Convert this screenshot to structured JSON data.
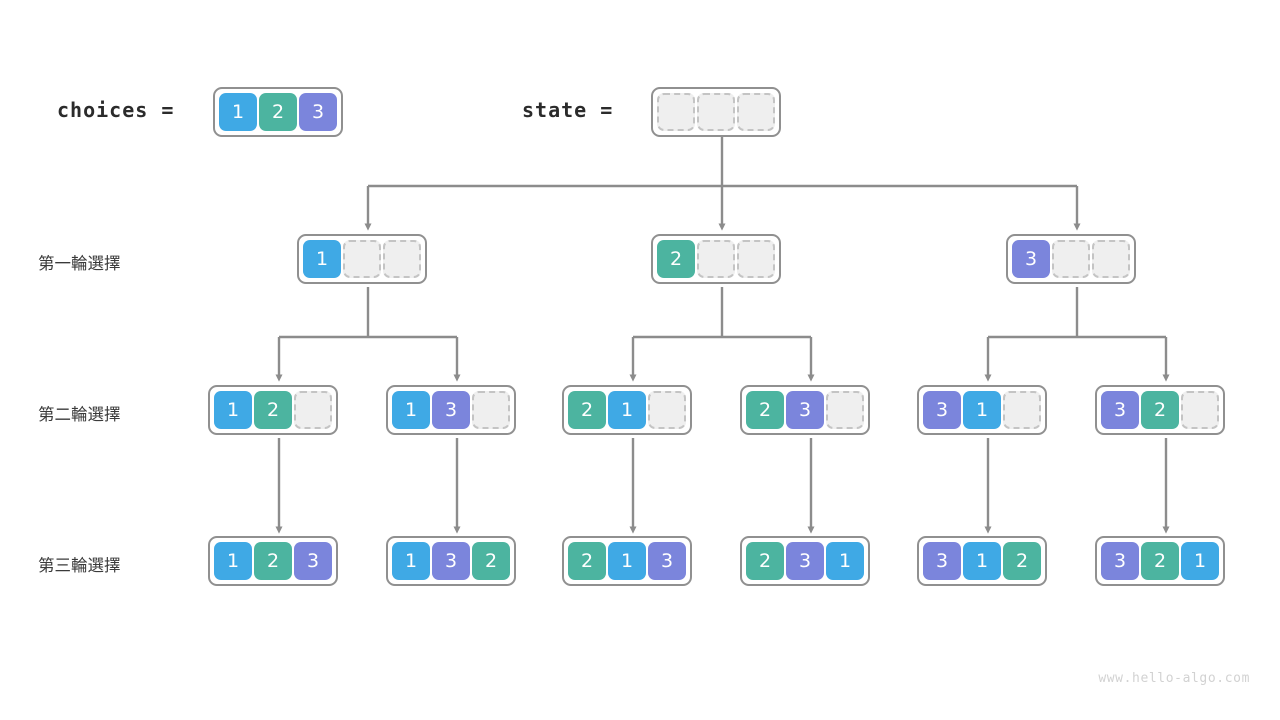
{
  "header": {
    "choices_label": "choices =",
    "choices_values": [
      1,
      2,
      3
    ],
    "state_label": "state =",
    "state_slots": 3
  },
  "colors": {
    "value_1": "#3fa9e5",
    "value_2": "#4cb4a0",
    "value_3": "#7b85dc",
    "empty_fill": "#efefef",
    "empty_border": "#c4c4c4",
    "box_border": "#909090",
    "edge": "#8c8c8c",
    "text": "#3a3a3a",
    "watermark": "#d2d2d2"
  },
  "rows": [
    {
      "label": "第一輪選擇"
    },
    {
      "label": "第二輪選擇"
    },
    {
      "label": "第三輪選擇"
    }
  ],
  "level1": [
    {
      "cells": [
        1,
        null,
        null
      ]
    },
    {
      "cells": [
        2,
        null,
        null
      ]
    },
    {
      "cells": [
        3,
        null,
        null
      ]
    }
  ],
  "level2": [
    {
      "cells": [
        1,
        2,
        null
      ]
    },
    {
      "cells": [
        1,
        3,
        null
      ]
    },
    {
      "cells": [
        2,
        1,
        null
      ]
    },
    {
      "cells": [
        2,
        3,
        null
      ]
    },
    {
      "cells": [
        3,
        1,
        null
      ]
    },
    {
      "cells": [
        3,
        2,
        null
      ]
    }
  ],
  "level3": [
    {
      "cells": [
        1,
        2,
        3
      ]
    },
    {
      "cells": [
        1,
        3,
        2
      ]
    },
    {
      "cells": [
        2,
        1,
        3
      ]
    },
    {
      "cells": [
        2,
        3,
        1
      ]
    },
    {
      "cells": [
        3,
        1,
        2
      ]
    },
    {
      "cells": [
        3,
        2,
        1
      ]
    }
  ],
  "footer": {
    "watermark": "www.hello-algo.com"
  }
}
